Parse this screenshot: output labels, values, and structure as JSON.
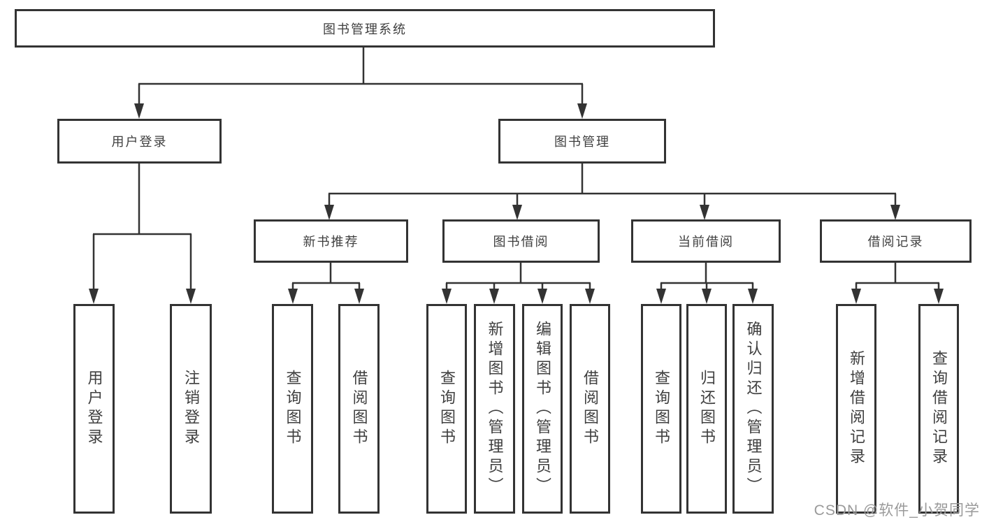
{
  "diagram": {
    "tree": {
      "label": "图书管理系统",
      "children": [
        {
          "label": "用户登录",
          "children": [
            {
              "label": "用户登录"
            },
            {
              "label": "注销登录"
            }
          ]
        },
        {
          "label": "图书管理",
          "children": [
            {
              "label": "新书推荐",
              "children": [
                {
                  "label": "查询图书"
                },
                {
                  "label": "借阅图书"
                }
              ]
            },
            {
              "label": "图书借阅",
              "children": [
                {
                  "label": "查询图书"
                },
                {
                  "label": "新增图书（管理员）"
                },
                {
                  "label": "编辑图书（管理员）"
                },
                {
                  "label": "借阅图书"
                }
              ]
            },
            {
              "label": "当前借阅",
              "children": [
                {
                  "label": "查询图书"
                },
                {
                  "label": "归还图书"
                },
                {
                  "label": "确认归还（管理员）"
                }
              ]
            },
            {
              "label": "借阅记录",
              "children": [
                {
                  "label": "新增借阅记录"
                },
                {
                  "label": "查询借阅记录"
                }
              ]
            }
          ]
        }
      ]
    },
    "watermark": "CSDN @软件_小贺同学"
  },
  "colors": {
    "line": "#333333",
    "text": "#3f3f3f",
    "watermark": "#9a9a9a",
    "background": "#ffffff"
  }
}
